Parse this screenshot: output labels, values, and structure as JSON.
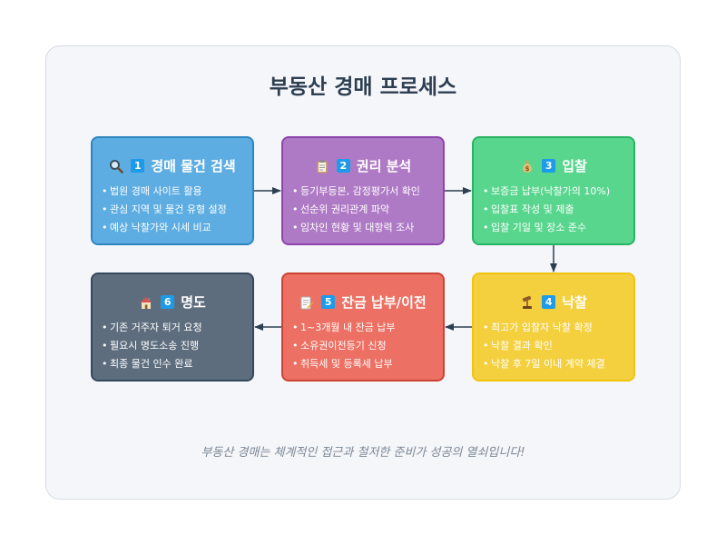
{
  "title": "부동산 경매 프로세스",
  "caption": "부동산 경매는 체계적인 접근과 철저한 준비가 성공의 열쇠입니다!",
  "steps": [
    {
      "num": "1",
      "title": "경매 물건 검색",
      "icon": "magnifier-icon",
      "fill": "#5dade2",
      "border": "#2e86c1",
      "items": [
        "법원 경매 사이트 활용",
        "관심 지역 및 물건 유형 설정",
        "예상 낙찰가와 시세 비교"
      ]
    },
    {
      "num": "2",
      "title": "권리 분석",
      "icon": "clipboard-icon",
      "fill": "#af7ac5",
      "border": "#8e44ad",
      "items": [
        "등기부등본, 감정평가서 확인",
        "선순위 권리관계 파악",
        "임차인 현황 및 대항력 조사"
      ]
    },
    {
      "num": "3",
      "title": "입찰",
      "icon": "money-bag-icon",
      "fill": "#58d68d",
      "border": "#28b463",
      "items": [
        "보증금 납부(낙찰가의 10%)",
        "입찰표 작성 및 제출",
        "입찰 기일 및 장소 준수"
      ]
    },
    {
      "num": "4",
      "title": "낙찰",
      "icon": "gavel-icon",
      "fill": "#f4d03f",
      "border": "#f1c40f",
      "items": [
        "최고가 입찰자 낙찰 확정",
        "낙찰 결과 확인",
        "낙찰 후 7일 이내 계약 체결"
      ]
    },
    {
      "num": "5",
      "title": "잔금 납부/이전",
      "icon": "memo-icon",
      "fill": "#ec7063",
      "border": "#cb4335",
      "items": [
        "1~3개월 내 잔금 납부",
        "소유권이전등기 신청",
        "취득세 및 등록세 납부"
      ]
    },
    {
      "num": "6",
      "title": "명도",
      "icon": "house-icon",
      "fill": "#5d6d7e",
      "border": "#34495e",
      "items": [
        "기존 거주자 퇴거 요청",
        "필요시 명도소송 진행",
        "최종 물건 인수 완료"
      ]
    }
  ],
  "colors": {
    "title": "#2c3e50",
    "caption": "#7b8794",
    "arrow": "#2c3e50",
    "badge": "#1e9be8"
  }
}
